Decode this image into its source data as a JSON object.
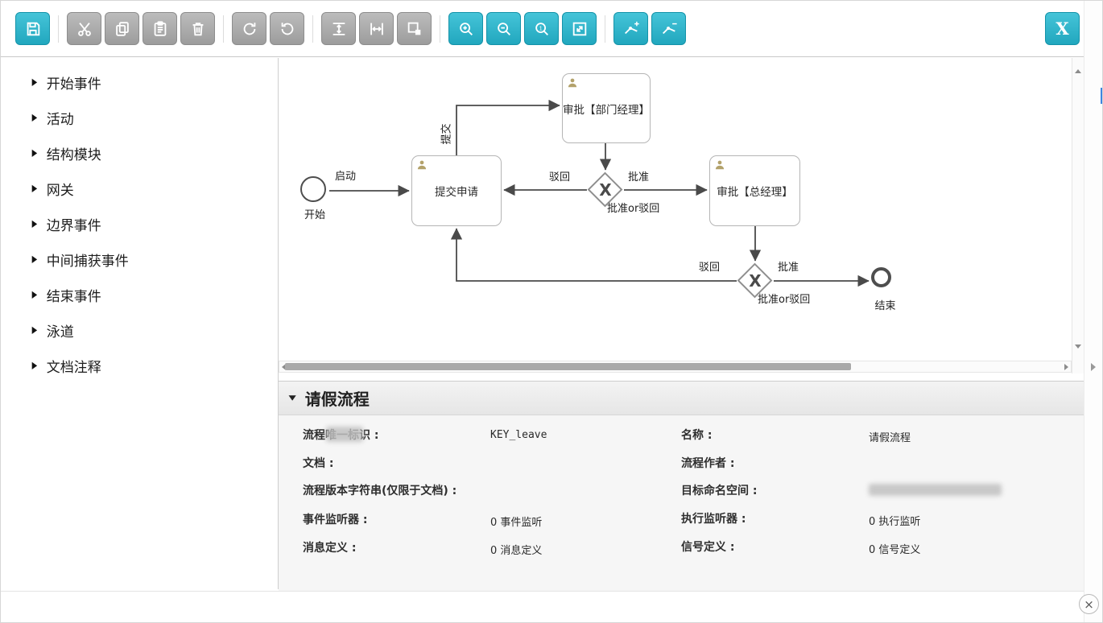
{
  "icons": {
    "chevron": "▶",
    "gateway_x": "X",
    "close": "×"
  },
  "toolbar": {
    "x_button_label": "X",
    "buttons": [
      {
        "name": "save",
        "enabled": true
      },
      {
        "name": "cut",
        "enabled": false
      },
      {
        "name": "copy",
        "enabled": false
      },
      {
        "name": "paste",
        "enabled": false
      },
      {
        "name": "delete",
        "enabled": false
      },
      {
        "name": "redo",
        "enabled": false
      },
      {
        "name": "undo",
        "enabled": false
      },
      {
        "name": "align-vertical",
        "enabled": false
      },
      {
        "name": "align-horizontal",
        "enabled": false
      },
      {
        "name": "same-size",
        "enabled": false
      },
      {
        "name": "zoom-in",
        "enabled": true
      },
      {
        "name": "zoom-out",
        "enabled": true
      },
      {
        "name": "zoom-actual",
        "enabled": true
      },
      {
        "name": "zoom-fit",
        "enabled": true
      },
      {
        "name": "bendpoint-add",
        "enabled": true
      },
      {
        "name": "bendpoint-remove",
        "enabled": true
      }
    ]
  },
  "palette": {
    "items": [
      "开始事件",
      "活动",
      "结构模块",
      "网关",
      "边界事件",
      "中间捕获事件",
      "结束事件",
      "泳道",
      "文档注释"
    ]
  },
  "diagram": {
    "nodes": {
      "start": {
        "type": "start-event",
        "label": "开始"
      },
      "submit": {
        "type": "user-task",
        "label": "提交申请"
      },
      "dept_manager": {
        "type": "user-task",
        "label": "审批【部门经理】"
      },
      "gateway1": {
        "type": "exclusive-gateway",
        "label": "批准or驳回"
      },
      "general_manager": {
        "type": "user-task",
        "label": "审批【总经理】"
      },
      "gateway2": {
        "type": "exclusive-gateway",
        "label": "批准or驳回"
      },
      "end": {
        "type": "end-event",
        "label": "结束"
      }
    },
    "edge_labels": {
      "launch": "启动",
      "submit_up": "提交",
      "reject1": "驳回",
      "approve1": "批准",
      "reject2": "驳回",
      "approve2": "批准"
    }
  },
  "properties": {
    "title": "请假流程",
    "left": [
      {
        "label": "流程唯一标识 :",
        "value": "KEY_leave"
      },
      {
        "label": "文档 :",
        "value": ""
      },
      {
        "label": "流程版本字符串(仅限于文档) :",
        "value": ""
      },
      {
        "label": "事件监听器 :",
        "value": "0 事件监听"
      },
      {
        "label": "消息定义 :",
        "value": "0 消息定义"
      }
    ],
    "right": [
      {
        "label": "名称 :",
        "value": "请假流程"
      },
      {
        "label": "流程作者 :",
        "value": ""
      },
      {
        "label": "目标命名空间 :",
        "value": ""
      },
      {
        "label": "执行监听器 :",
        "value": "0 执行监听"
      },
      {
        "label": "信号定义 :",
        "value": "0 信号定义"
      }
    ]
  }
}
